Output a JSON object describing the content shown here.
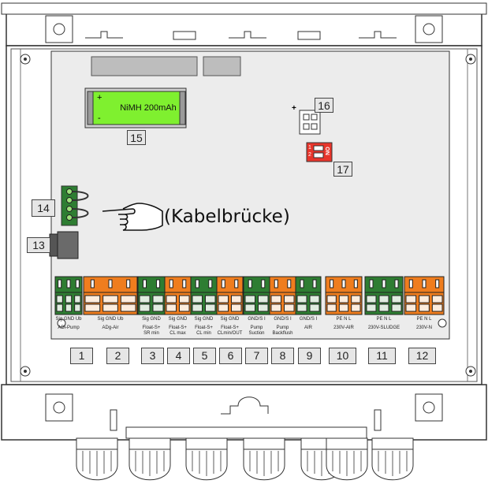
{
  "battery": {
    "label": "NiMH 200mAh",
    "plus": "+",
    "minus": "-"
  },
  "callouts": {
    "n13": "13",
    "n14": "14",
    "n15": "15",
    "n16": "16",
    "n17": "17"
  },
  "cable_bridge_label": "(Kabelbrücke)",
  "jumper_plus": "+",
  "dip_switch": {
    "on": "ON",
    "n1": "1",
    "n2": "2"
  },
  "terminals": [
    {
      "number": "1",
      "pins": "Sig  GND  Ub",
      "label": "ADi-Pump",
      "color": "#2e7d32"
    },
    {
      "number": "2",
      "pins": "Sig  GND  Ub",
      "label": "ADg-Air",
      "color": "#ef7d1e"
    },
    {
      "number": "3",
      "pins": "Sig  GND",
      "label": "Float-S+\nSR min",
      "color": "#2e7d32"
    },
    {
      "number": "4",
      "pins": "Sig  GND",
      "label": "Float-S+\nCL max",
      "color": "#ef7d1e"
    },
    {
      "number": "5",
      "pins": "Sig  GND",
      "label": "Float-S+\nCL min",
      "color": "#2e7d32"
    },
    {
      "number": "6",
      "pins": "Sig  GND",
      "label": "Float-S+\nCLmin/OUT",
      "color": "#ef7d1e"
    },
    {
      "number": "7",
      "pins": "GND/S  I",
      "label": "Pump\nSuction",
      "color": "#2e7d32"
    },
    {
      "number": "8",
      "pins": "GND/S  I",
      "label": "Pump\nBackflush",
      "color": "#ef7d1e"
    },
    {
      "number": "9",
      "pins": "GND/S  I",
      "label": "AIR",
      "color": "#2e7d32"
    },
    {
      "number": "10",
      "pins": "PE  N  L",
      "label": "230V-AIR",
      "color": "#ef7d1e"
    },
    {
      "number": "11",
      "pins": "PE  N  L",
      "label": "230V-SLUDGE",
      "color": "#2e7d32"
    },
    {
      "number": "12",
      "pins": "PE  N  L",
      "label": "230V-N",
      "color": "#ef7d1e"
    }
  ],
  "colors": {
    "green": "#2e7d32",
    "orange": "#ef7d1e",
    "battery": "#7ff02f",
    "dip": "#e8352b"
  }
}
